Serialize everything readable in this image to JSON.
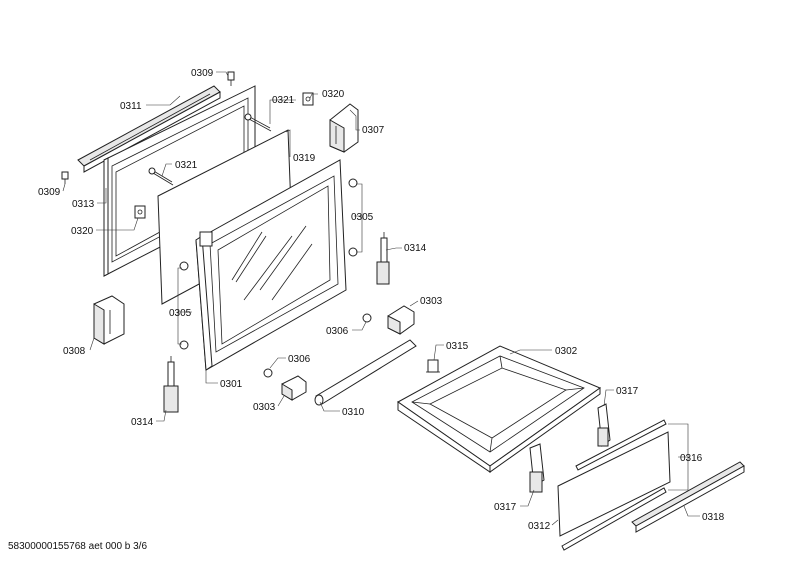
{
  "labels": {
    "p0309_top": "0309",
    "p0311": "0311",
    "p0321_top": "0321",
    "p0320_top": "0320",
    "p0307": "0307",
    "p0319": "0319",
    "p0321_mid": "0321",
    "p0309_left": "0309",
    "p0313": "0313",
    "p0320_left": "0320",
    "p0305_right": "0305",
    "p0314_right": "0314",
    "p0303_right": "0303",
    "p0305_left": "0305",
    "p0306_right": "0306",
    "p0308": "0308",
    "p0301": "0301",
    "p0306_left": "0306",
    "p0303_left": "0303",
    "p0310": "0310",
    "p0315": "0315",
    "p0302": "0302",
    "p0314_left": "0314",
    "p0317_right": "0317",
    "p0316": "0316",
    "p0317_left": "0317",
    "p0312": "0312",
    "p0318": "0318"
  },
  "footer": "58300000155768 aet 000 b 3/6"
}
